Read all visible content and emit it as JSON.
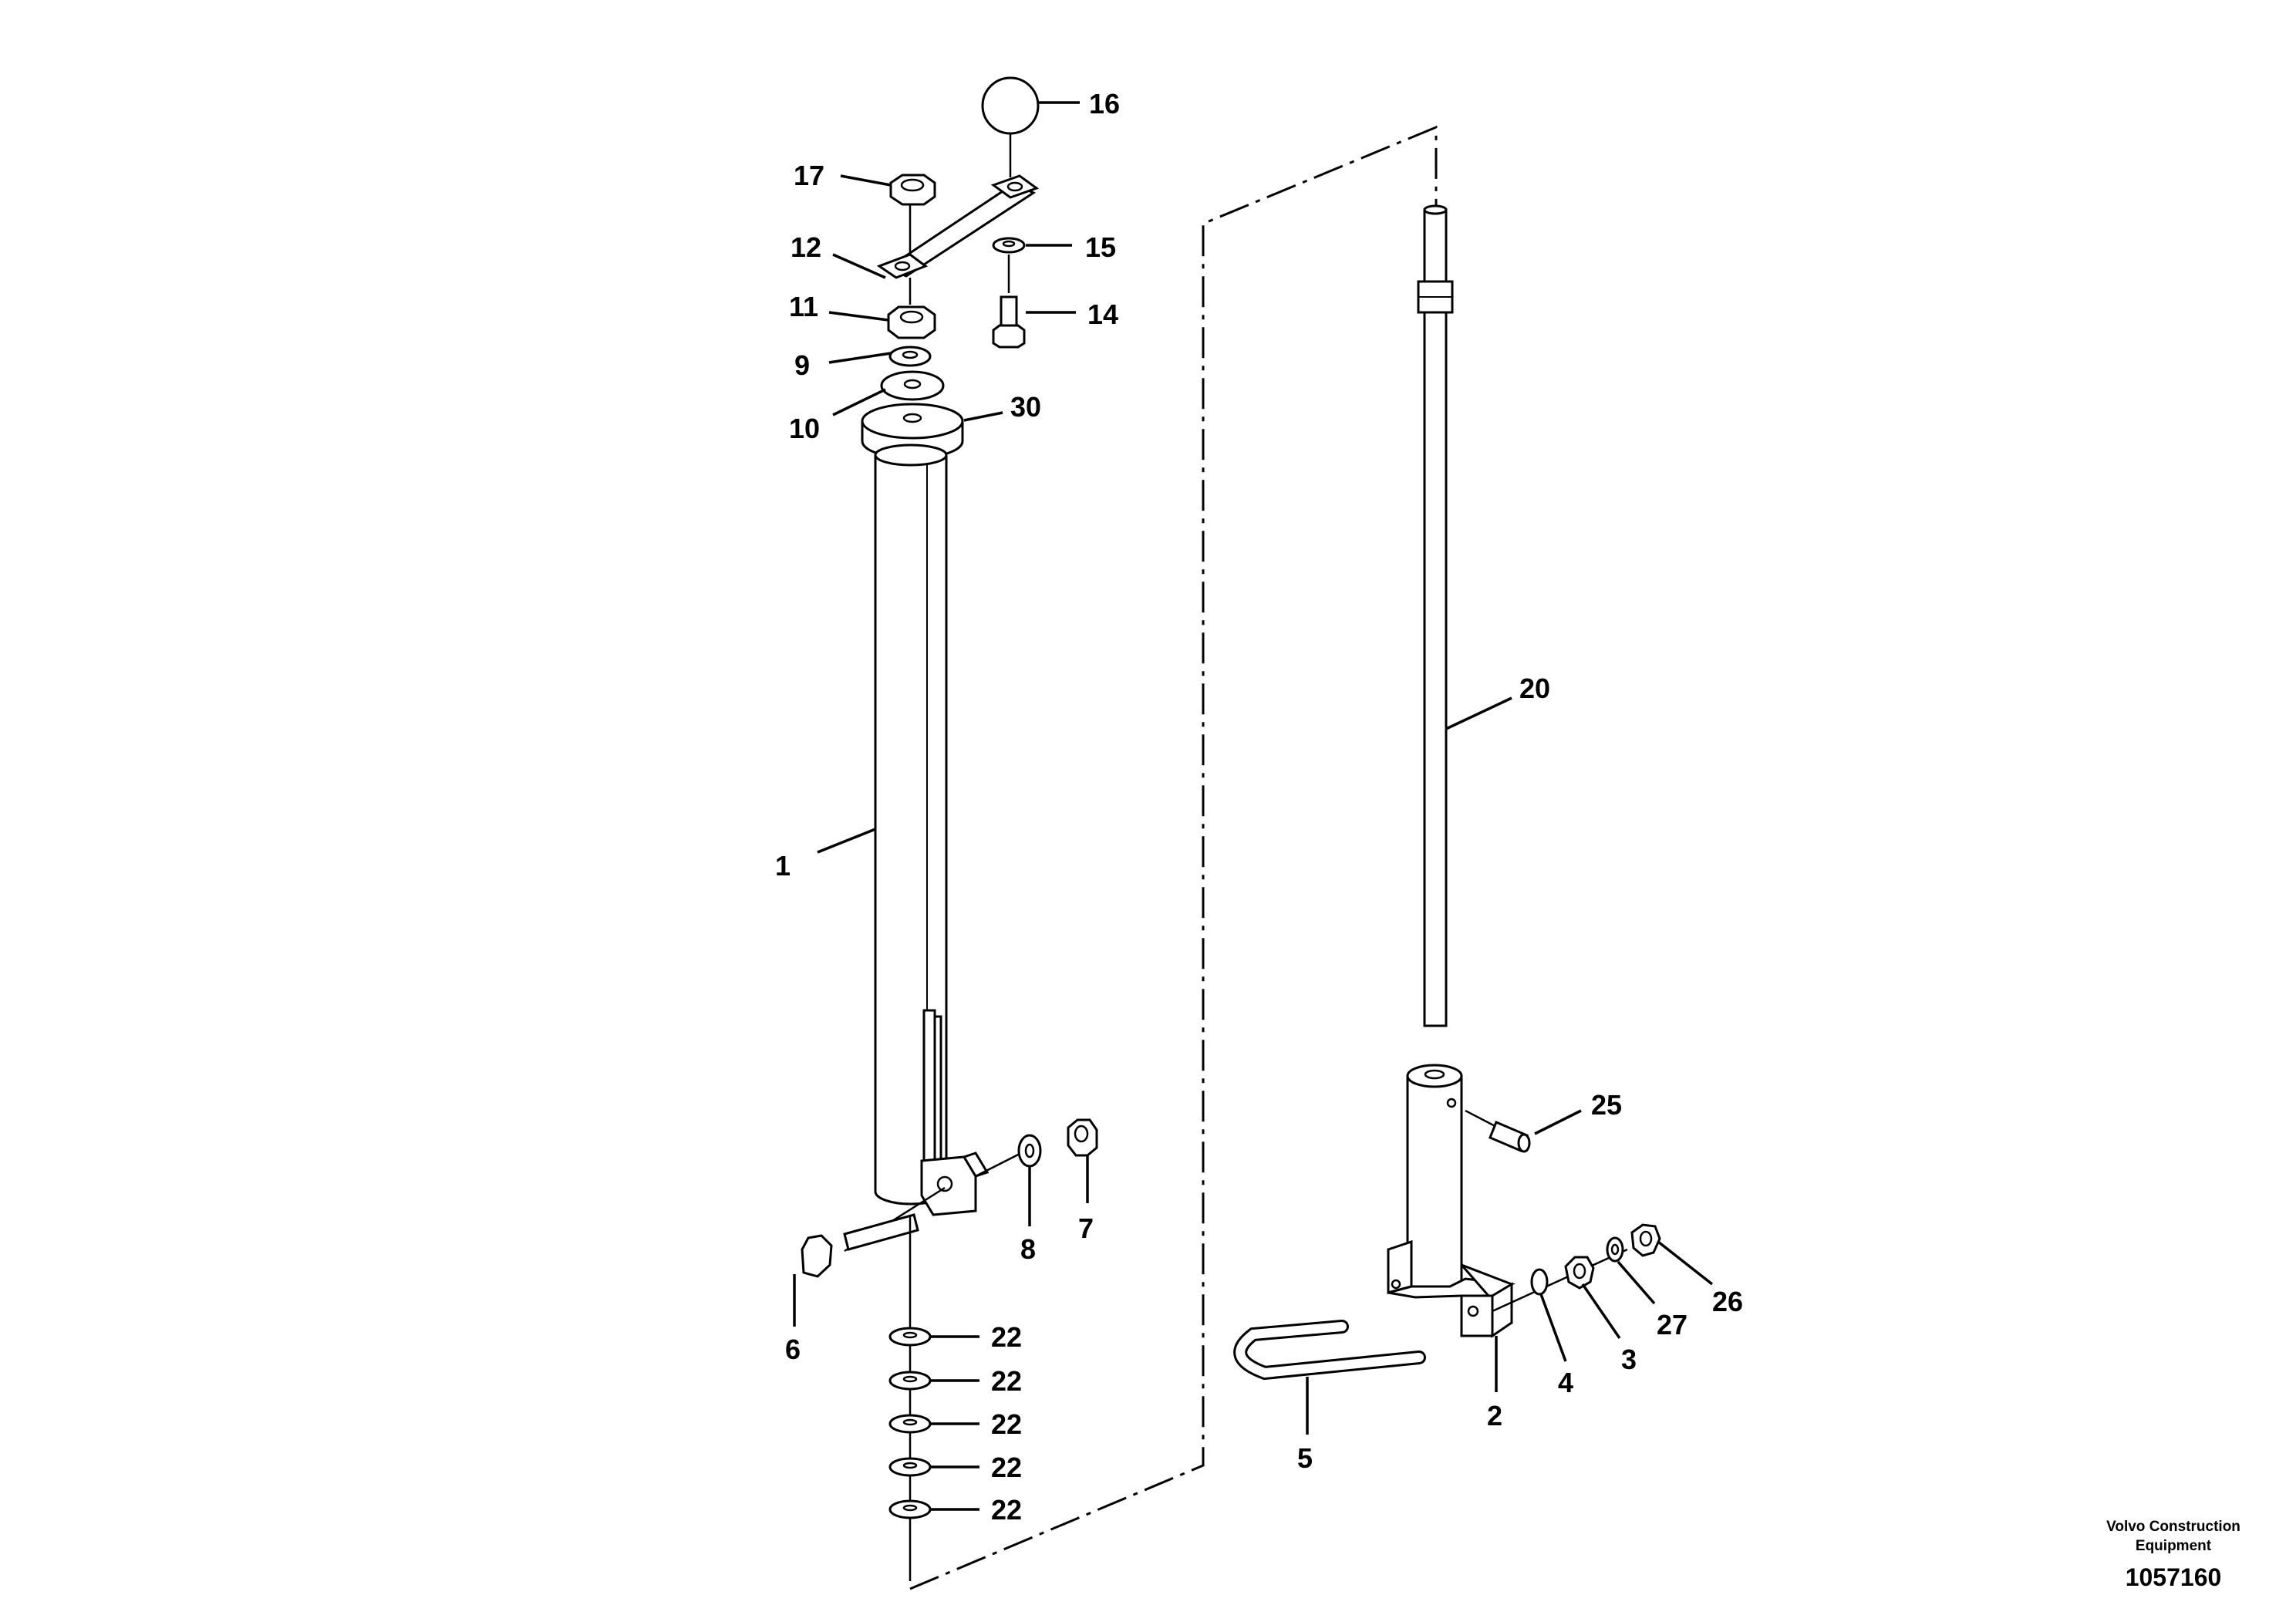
{
  "diagram": {
    "callouts": [
      "16",
      "17",
      "12",
      "15",
      "11",
      "14",
      "9",
      "30",
      "10",
      "1",
      "20",
      "25",
      "8",
      "7",
      "6",
      "22",
      "22",
      "22",
      "22",
      "22",
      "26",
      "27",
      "3",
      "4",
      "2",
      "5"
    ],
    "footer": {
      "company_line1": "Volvo Construction",
      "company_line2": "Equipment",
      "doc_number": "1057160"
    }
  }
}
